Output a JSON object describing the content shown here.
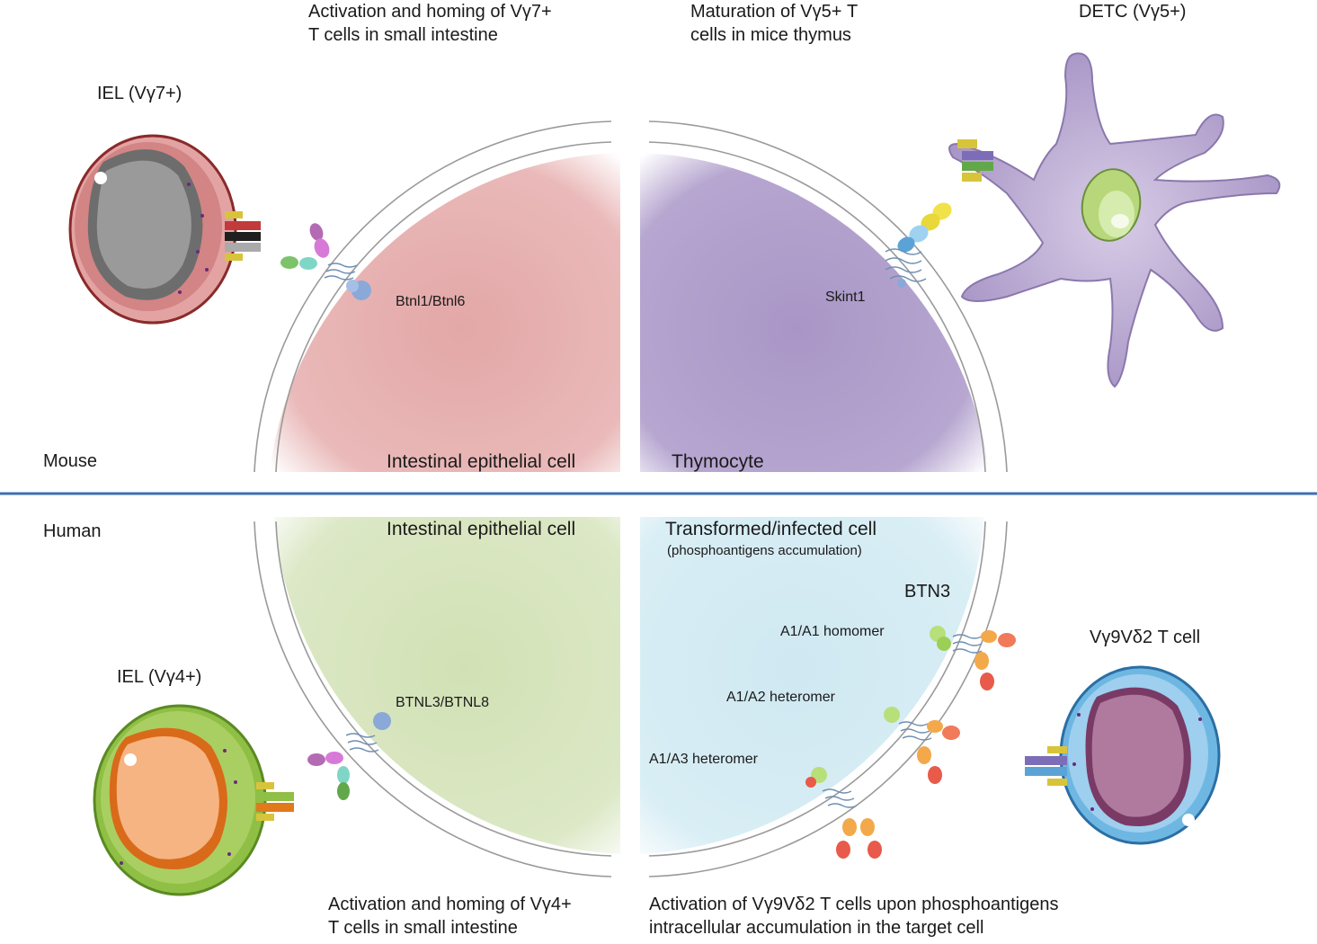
{
  "sections": {
    "mouse": "Mouse",
    "human": "Human"
  },
  "top_left_caption": [
    "Activation and homing of Vγ7+",
    "T cells in small intestine"
  ],
  "top_right_caption": [
    "Maturation of Vγ5+ T",
    "cells in mice thymus"
  ],
  "bottom_left_caption": [
    "Activation and homing of Vγ4+",
    "T cells in small intestine"
  ],
  "bottom_right_caption": [
    "Activation of Vγ9Vδ2 T cells upon phosphoantigens",
    "intracellular accumulation in the target cell"
  ],
  "cells": {
    "iel_vg7": "IEL (Vγ7+)",
    "detc": "DETC (Vγ5+)",
    "iel_vg4": "IEL (Vγ4+)",
    "vg9vd2": "Vγ9Vδ2 T cell"
  },
  "quadrants": {
    "mouse_intestinal": "Intestinal epithelial cell",
    "thymocyte": "Thymocyte",
    "human_intestinal": "Intestinal epithelial cell",
    "transformed": "Transformed/infected cell",
    "transformed_note": "(phosphoantigens accumulation)"
  },
  "molecules": {
    "btnl1_btnl6": "Btnl1/Btnl6",
    "skint1": "Skint1",
    "btnl3_btnl8": "BTNL3/BTNL8",
    "btn3": "BTN3",
    "a1a1": "A1/A1 homomer",
    "a1a2": "A1/A2 heteromer",
    "a1a3": "A1/A3 heteromer"
  },
  "colors": {
    "divider": "#3f6fb0",
    "mouse_intestinal_fill": "#e8b4b4",
    "thymocyte_fill": "#ad9cc8",
    "human_intestinal_fill": "#d7e4bc",
    "transformed_fill": "#d3eaf2",
    "membrane": "#999999"
  }
}
